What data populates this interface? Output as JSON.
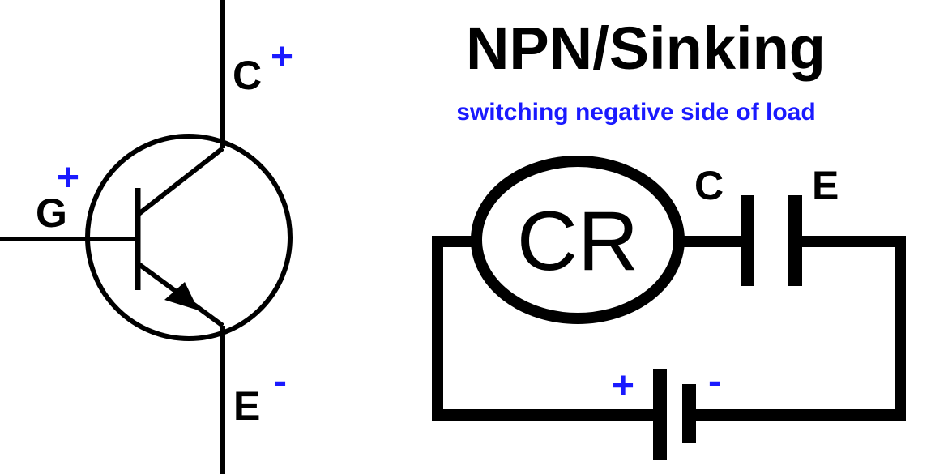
{
  "title": "NPN/Sinking",
  "subtitle": "switching negative side of load",
  "transistor": {
    "collector_label": "C",
    "collector_sign": "+",
    "gate_label": "G",
    "gate_sign": "+",
    "emitter_label": "E",
    "emitter_sign": "-"
  },
  "circuit": {
    "load_label": "CR",
    "switch_collector_label": "C",
    "switch_emitter_label": "E",
    "battery_positive_sign": "+",
    "battery_negative_sign": "-"
  },
  "colors": {
    "ink": "#000000",
    "polarity": "#1a1aff",
    "background": "#ffffff"
  }
}
